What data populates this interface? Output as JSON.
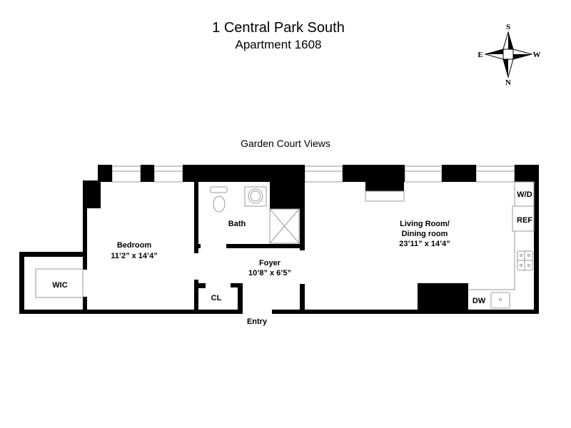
{
  "header": {
    "title": "1 Central Park South",
    "subtitle": "Apartment 1608"
  },
  "view_label": "Garden Court Views",
  "compass": {
    "s": "S",
    "n": "N",
    "e": "E",
    "w": "W"
  },
  "rooms": {
    "bedroom": {
      "name": "Bedroom",
      "dims": "11’2” x 14’4”"
    },
    "bath": {
      "name": "Bath"
    },
    "living": {
      "name1": "Living Room/",
      "name2": "Dining room",
      "dims": "23’11” x 14’4”"
    },
    "foyer": {
      "name": "Foyer",
      "dims": "10’8” x 6’5”"
    },
    "wic": "WIC",
    "closet": "CL",
    "entry": "Entry",
    "washer_dryer": "W/D",
    "fridge": "REF",
    "dishwasher": "DW"
  }
}
